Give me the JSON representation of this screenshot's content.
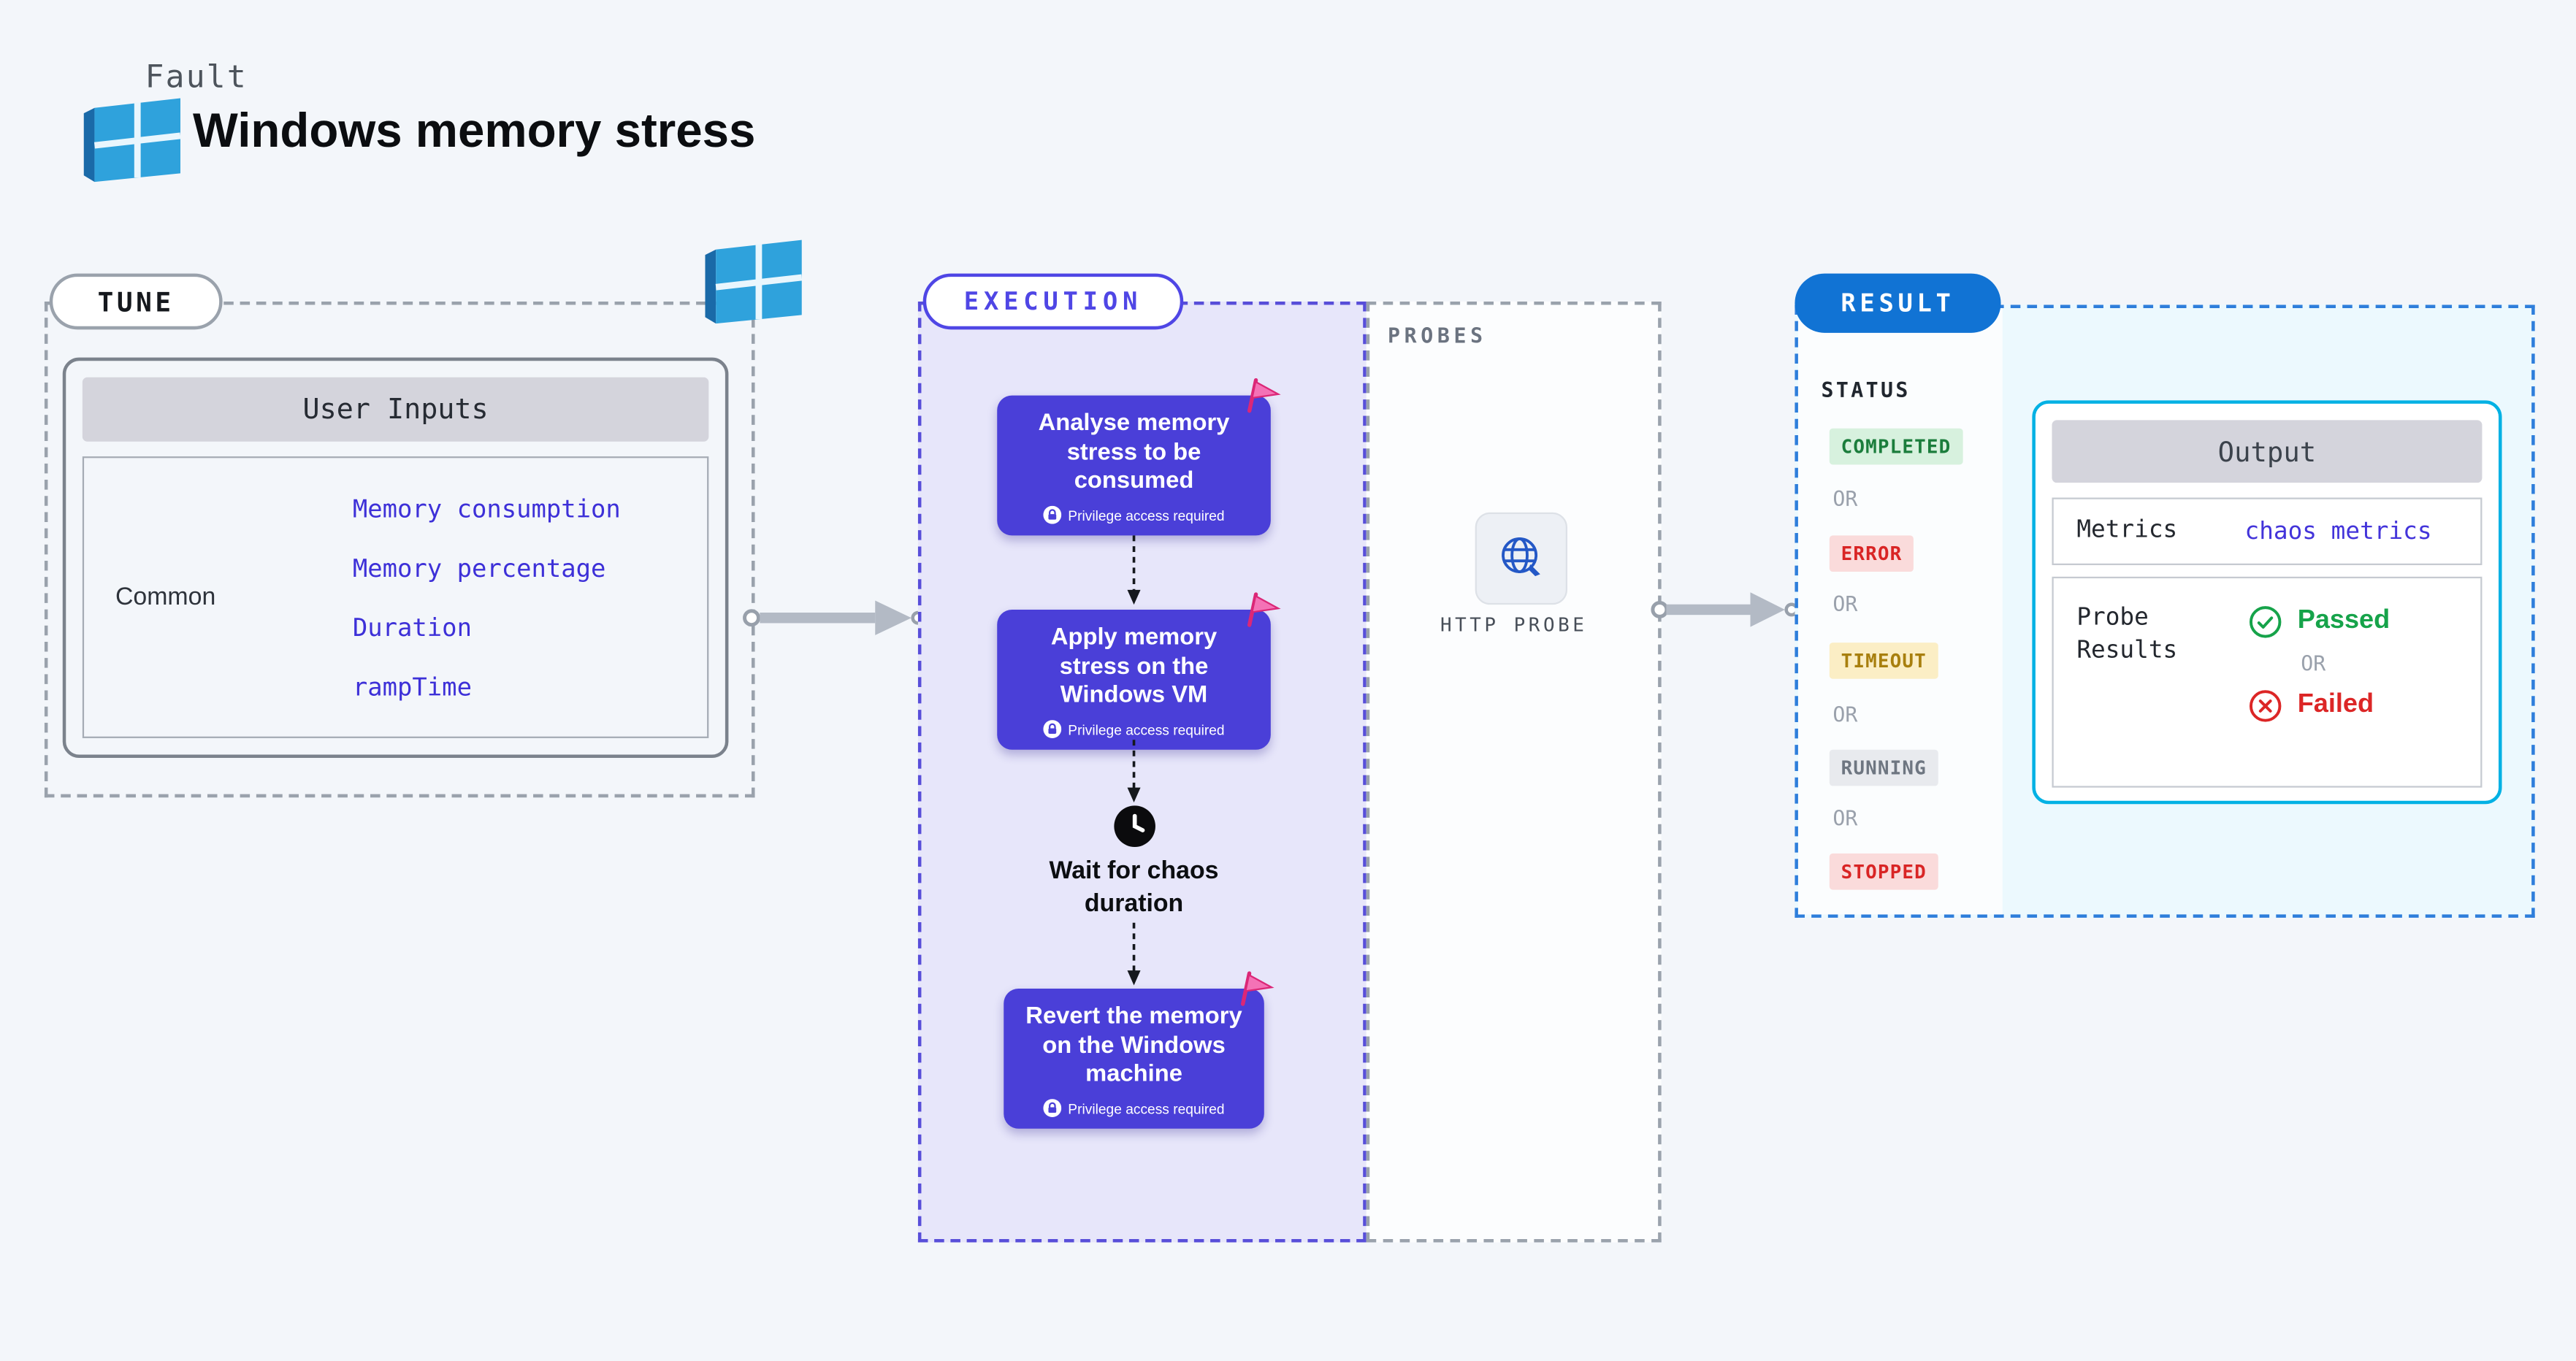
{
  "header": {
    "fault_label": "Fault",
    "title": "Windows memory stress"
  },
  "tune": {
    "pill_label": "TUNE",
    "user_inputs": {
      "header": "User Inputs",
      "row_label": "Common",
      "links": [
        "Memory consumption",
        "Memory percentage",
        "Duration",
        "rampTime"
      ]
    }
  },
  "execution": {
    "pill_label": "EXECUTION",
    "steps": [
      {
        "label": "Analyse memory stress to be consumed",
        "badge": "Privilege access required"
      },
      {
        "label": "Apply memory stress on the Windows VM",
        "badge": "Privilege access required"
      },
      {
        "label": "Revert the memory on the Windows machine",
        "badge": "Privilege access required"
      }
    ],
    "wait_label": "Wait for chaos duration"
  },
  "probes": {
    "section_label": "PROBES",
    "probe_label": "HTTP PROBE"
  },
  "result": {
    "pill_label": "RESULT",
    "status_label": "STATUS",
    "or_label": "OR",
    "statuses": [
      {
        "label": "COMPLETED",
        "color": "#1b7d3c",
        "bg": "#d7f1de"
      },
      {
        "label": "ERROR",
        "color": "#d92525",
        "bg": "#fadbdb"
      },
      {
        "label": "TIMEOUT",
        "color": "#a87f0e",
        "bg": "#fbeec5"
      },
      {
        "label": "RUNNING",
        "color": "#6e7681",
        "bg": "#e8eaee"
      },
      {
        "label": "STOPPED",
        "color": "#d92525",
        "bg": "#fadbdb"
      }
    ],
    "output": {
      "header": "Output",
      "metrics_label": "Metrics",
      "metrics_link": "chaos metrics",
      "probe_results_label": "Probe Results",
      "passed_label": "Passed",
      "or_label": "OR",
      "failed_label": "Failed"
    }
  },
  "colors": {
    "accent_indigo": "#4a3fd8",
    "accent_blue": "#1173d4",
    "accent_cyan": "#00b1e4",
    "link_purple": "#3d30d8",
    "passed_green": "#16a34a",
    "failed_red": "#dc2626"
  }
}
